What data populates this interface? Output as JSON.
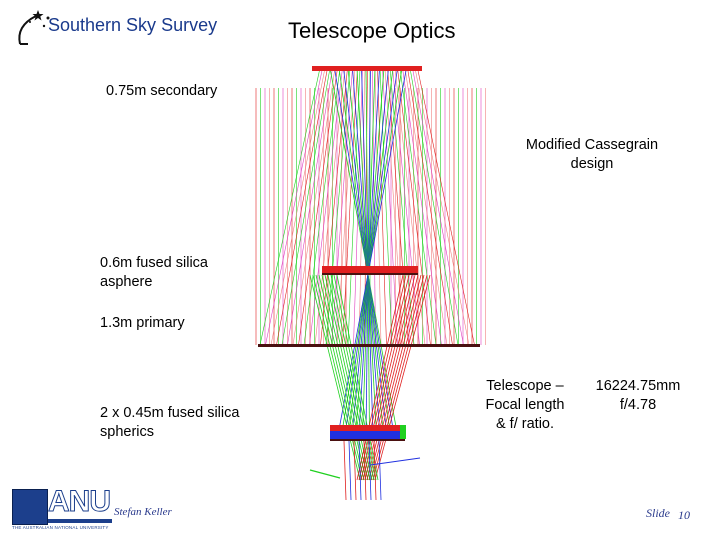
{
  "header": {
    "survey_title": "Southern Sky Survey",
    "page_title": "Telescope Optics"
  },
  "labels": {
    "secondary": "0.75m secondary",
    "design_line1": "Modified Cassegrain",
    "design_line2": "design",
    "asphere_line1": "0.6m fused silica",
    "asphere_line2": "asphere",
    "primary": "1.3m primary",
    "spherics_line1": "2 x 0.45m fused silica",
    "spherics_line2": "spherics",
    "focal_line1": "Telescope –",
    "focal_line2": "Focal length",
    "focal_line3": "& f/ ratio.",
    "focal_length": "16224.75mm",
    "f_ratio": "f/4.78"
  },
  "footer": {
    "logo_text": "ANU",
    "logo_subtext": "THE AUSTRALIAN NATIONAL UNIVERSITY",
    "author": "Stefan Keller",
    "slide_label": "Slide",
    "slide_number": "10"
  },
  "colors": {
    "ray_red": "#e02020",
    "ray_green": "#20d020",
    "ray_blue": "#2030e0",
    "ray_magenta": "#e040c0",
    "ray_pink": "#f08080",
    "mirror_dark": "#4a1010",
    "title_blue": "#1a3a8c"
  }
}
